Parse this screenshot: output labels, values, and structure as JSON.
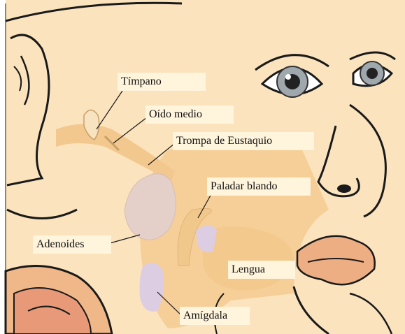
{
  "diagram": {
    "labels": {
      "timpano": "Tímpano",
      "oido_medio": "Oído medio",
      "trompa": "Trompa de Eustaquio",
      "paladar": "Paladar blando",
      "adenoides": "Adenoides",
      "lengua": "Lengua",
      "amigdala": "Amígdala"
    },
    "colors": {
      "skin": "#fbe3bd",
      "skin_shade": "#f6cf98",
      "outline": "#1a1a1a",
      "iris": "#9fa8ad",
      "adenoid": "#e4cfc9",
      "tonsil": "#dccde2",
      "tongue": "#f4c98e",
      "lips": "#ecae82",
      "label_bg": "#fff4dc"
    }
  }
}
